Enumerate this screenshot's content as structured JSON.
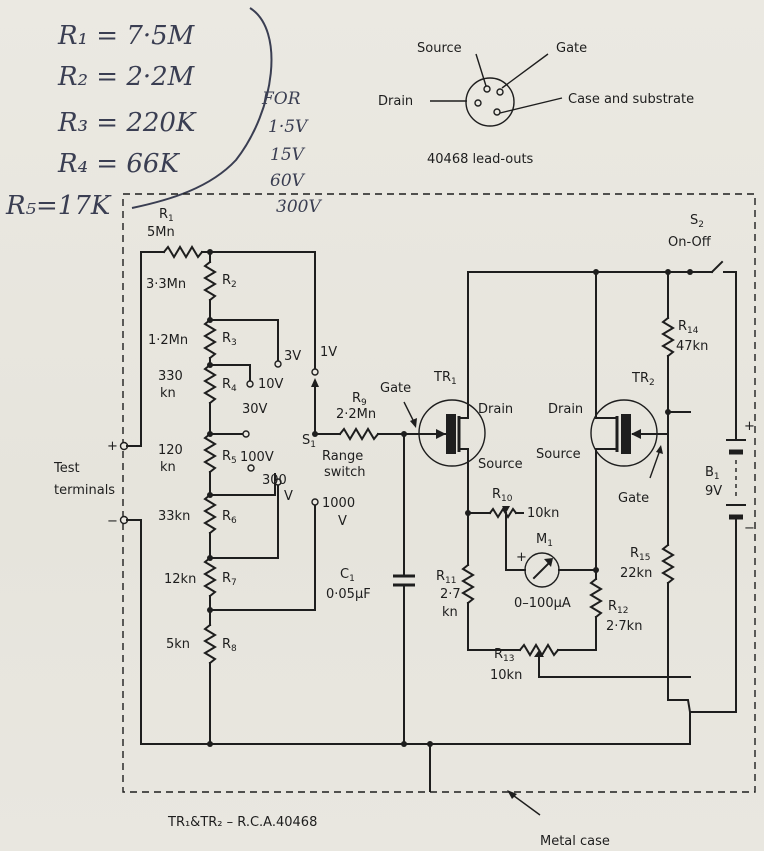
{
  "handwritten_notes": {
    "lines": [
      "R₁ = 7·5M",
      "R₂ = 2·2M",
      "R₃ = 220K",
      "R₄ = 66K",
      "R₅=17K"
    ],
    "for_label": "FOR",
    "voltages": [
      "1·5V",
      "15V",
      "60V",
      "300V"
    ]
  },
  "leadouts": {
    "source": "Source",
    "gate": "Gate",
    "drain": "Drain",
    "case": "Case and substrate",
    "caption": "40468 lead-outs"
  },
  "resistor_chain": {
    "r1": {
      "name": "R",
      "sub": "1",
      "value": "5Mn"
    },
    "r2": {
      "name": "R",
      "sub": "2",
      "value": "3·3Mn"
    },
    "r3": {
      "name": "R",
      "sub": "3",
      "value": "1·2Mn"
    },
    "r4": {
      "name": "R",
      "sub": "4",
      "value_a": "330",
      "value_b": "kn"
    },
    "r5": {
      "name": "R",
      "sub": "5",
      "value_a": "120",
      "value_b": "kn"
    },
    "r6": {
      "name": "R",
      "sub": "6",
      "value": "33kn"
    },
    "r7": {
      "name": "R",
      "sub": "7",
      "value": "12kn"
    },
    "r8": {
      "name": "R",
      "sub": "8",
      "value": "5kn"
    }
  },
  "switch": {
    "name": "S",
    "sub": "1",
    "label_a": "Range",
    "label_b": "switch",
    "positions": [
      "1V",
      "3V",
      "10V",
      "30V",
      "100V",
      "300",
      "V",
      "1000",
      "V"
    ]
  },
  "r9": {
    "name": "R",
    "sub": "9",
    "value": "2·2Mn"
  },
  "test": {
    "plus": "+",
    "minus": "−",
    "label_a": "Test",
    "label_b": "terminals"
  },
  "c1": {
    "name": "C",
    "sub": "1",
    "value": "0·05μF"
  },
  "tr1": {
    "name": "TR",
    "sub": "1",
    "gate": "Gate",
    "drain": "Drain",
    "source": "Source"
  },
  "tr2": {
    "name": "TR",
    "sub": "2",
    "gate": "Gate",
    "drain": "Drain",
    "source": "Source"
  },
  "r10": {
    "name": "R",
    "sub": "10",
    "value": "10kn"
  },
  "m1": {
    "name": "M",
    "sub": "1",
    "plus": "+",
    "value": "0–100μA"
  },
  "r11": {
    "name": "R",
    "sub": "11",
    "value_a": "2·7",
    "value_b": "kn"
  },
  "r12": {
    "name": "R",
    "sub": "12",
    "value": "2·7kn"
  },
  "r13": {
    "name": "R",
    "sub": "13",
    "value": "10kn"
  },
  "r14": {
    "name": "R",
    "sub": "14",
    "value": "47kn"
  },
  "r15": {
    "name": "R",
    "sub": "15",
    "value": "22kn"
  },
  "s2": {
    "name": "S",
    "sub": "2",
    "label": "On-Off"
  },
  "b1": {
    "name": "B",
    "sub": "1",
    "value": "9V",
    "plus": "+",
    "minus": "−"
  },
  "footer": {
    "transistors": "TR₁&TR₂ – R.C.A.40468",
    "case": "Metal case"
  }
}
